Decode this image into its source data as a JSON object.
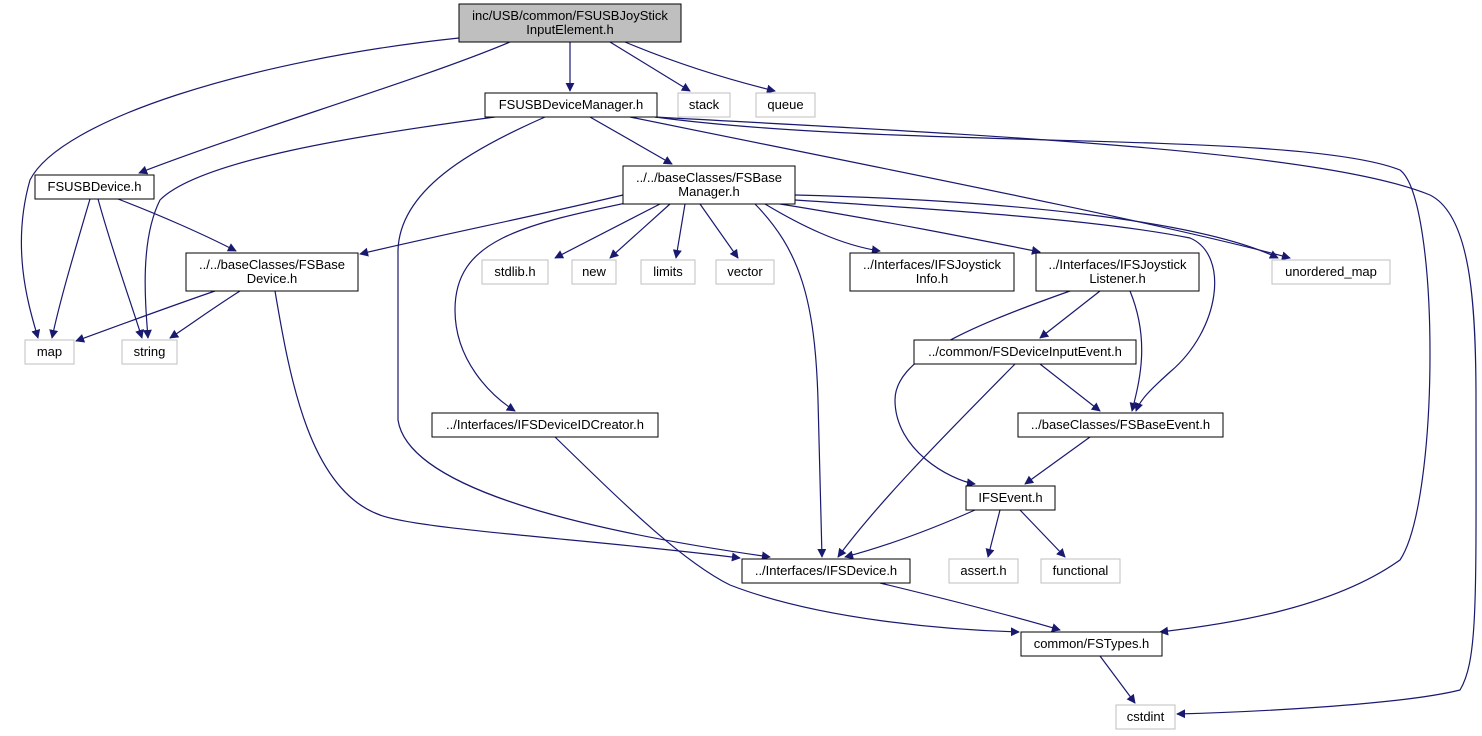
{
  "colors": {
    "edge": "#191970",
    "root_fill": "#bfbfbf",
    "root_border": "#000000",
    "internal_border": "#000000",
    "external_border": "#bfbfbf",
    "text": "#000000"
  },
  "nodes": [
    {
      "id": "root",
      "kind": "root",
      "lines": [
        "inc/USB/common/FSUSBJoyStick",
        "InputElement.h"
      ]
    },
    {
      "id": "devmgr",
      "kind": "internal",
      "lines": [
        "FSUSBDeviceManager.h"
      ]
    },
    {
      "id": "stack",
      "kind": "external",
      "lines": [
        "stack"
      ]
    },
    {
      "id": "queue",
      "kind": "external",
      "lines": [
        "queue"
      ]
    },
    {
      "id": "usbdevice",
      "kind": "internal",
      "lines": [
        "FSUSBDevice.h"
      ]
    },
    {
      "id": "basemgr",
      "kind": "internal",
      "lines": [
        "../../baseClasses/FSBase",
        "Manager.h"
      ]
    },
    {
      "id": "basedevice",
      "kind": "internal",
      "lines": [
        "../../baseClasses/FSBase",
        "Device.h"
      ]
    },
    {
      "id": "stdlib",
      "kind": "external",
      "lines": [
        "stdlib.h"
      ]
    },
    {
      "id": "new",
      "kind": "external",
      "lines": [
        "new"
      ]
    },
    {
      "id": "limits",
      "kind": "external",
      "lines": [
        "limits"
      ]
    },
    {
      "id": "vector",
      "kind": "external",
      "lines": [
        "vector"
      ]
    },
    {
      "id": "joyinfo",
      "kind": "internal",
      "lines": [
        "../Interfaces/IFSJoystick",
        "Info.h"
      ]
    },
    {
      "id": "joylistener",
      "kind": "internal",
      "lines": [
        "../Interfaces/IFSJoystick",
        "Listener.h"
      ]
    },
    {
      "id": "unordered_map",
      "kind": "external",
      "lines": [
        "unordered_map"
      ]
    },
    {
      "id": "map",
      "kind": "external",
      "lines": [
        "map"
      ]
    },
    {
      "id": "string",
      "kind": "external",
      "lines": [
        "string"
      ]
    },
    {
      "id": "devinputevent",
      "kind": "internal",
      "lines": [
        "../common/FSDeviceInputEvent.h"
      ]
    },
    {
      "id": "deviceidcreator",
      "kind": "internal",
      "lines": [
        "../Interfaces/IFSDeviceIDCreator.h"
      ]
    },
    {
      "id": "baseevent",
      "kind": "internal",
      "lines": [
        "../baseClasses/FSBaseEvent.h"
      ]
    },
    {
      "id": "ifsevent",
      "kind": "internal",
      "lines": [
        "IFSEvent.h"
      ]
    },
    {
      "id": "ifsdevice",
      "kind": "internal",
      "lines": [
        "../Interfaces/IFSDevice.h"
      ]
    },
    {
      "id": "assert",
      "kind": "external",
      "lines": [
        "assert.h"
      ]
    },
    {
      "id": "functional",
      "kind": "external",
      "lines": [
        "functional"
      ]
    },
    {
      "id": "fstypes",
      "kind": "internal",
      "lines": [
        "common/FSTypes.h"
      ]
    },
    {
      "id": "cstdint",
      "kind": "external",
      "lines": [
        "cstdint"
      ]
    }
  ],
  "edges": [
    {
      "from": "root",
      "to": "map"
    },
    {
      "from": "root",
      "to": "usbdevice"
    },
    {
      "from": "root",
      "to": "devmgr"
    },
    {
      "from": "root",
      "to": "stack"
    },
    {
      "from": "root",
      "to": "queue"
    },
    {
      "from": "devmgr",
      "to": "string"
    },
    {
      "from": "devmgr",
      "to": "ifsdevice"
    },
    {
      "from": "devmgr",
      "to": "basemgr"
    },
    {
      "from": "devmgr",
      "to": "unordered_map"
    },
    {
      "from": "devmgr",
      "to": "fstypes"
    },
    {
      "from": "devmgr",
      "to": "cstdint"
    },
    {
      "from": "usbdevice",
      "to": "map"
    },
    {
      "from": "usbdevice",
      "to": "string"
    },
    {
      "from": "usbdevice",
      "to": "basedevice"
    },
    {
      "from": "basemgr",
      "to": "basedevice"
    },
    {
      "from": "basemgr",
      "to": "deviceidcreator"
    },
    {
      "from": "basemgr",
      "to": "stdlib"
    },
    {
      "from": "basemgr",
      "to": "new"
    },
    {
      "from": "basemgr",
      "to": "limits"
    },
    {
      "from": "basemgr",
      "to": "vector"
    },
    {
      "from": "basemgr",
      "to": "ifsdevice"
    },
    {
      "from": "basemgr",
      "to": "joyinfo"
    },
    {
      "from": "basemgr",
      "to": "joylistener"
    },
    {
      "from": "basemgr",
      "to": "baseevent"
    },
    {
      "from": "basemgr",
      "to": "unordered_map"
    },
    {
      "from": "basedevice",
      "to": "map"
    },
    {
      "from": "basedevice",
      "to": "string"
    },
    {
      "from": "basedevice",
      "to": "ifsdevice"
    },
    {
      "from": "joylistener",
      "to": "ifsevent"
    },
    {
      "from": "joylistener",
      "to": "devinputevent"
    },
    {
      "from": "joylistener",
      "to": "baseevent"
    },
    {
      "from": "devinputevent",
      "to": "baseevent"
    },
    {
      "from": "devinputevent",
      "to": "ifsdevice"
    },
    {
      "from": "baseevent",
      "to": "ifsevent"
    },
    {
      "from": "ifsevent",
      "to": "ifsdevice"
    },
    {
      "from": "ifsevent",
      "to": "assert"
    },
    {
      "from": "ifsevent",
      "to": "functional"
    },
    {
      "from": "deviceidcreator",
      "to": "fstypes"
    },
    {
      "from": "ifsdevice",
      "to": "fstypes"
    },
    {
      "from": "fstypes",
      "to": "cstdint"
    }
  ]
}
